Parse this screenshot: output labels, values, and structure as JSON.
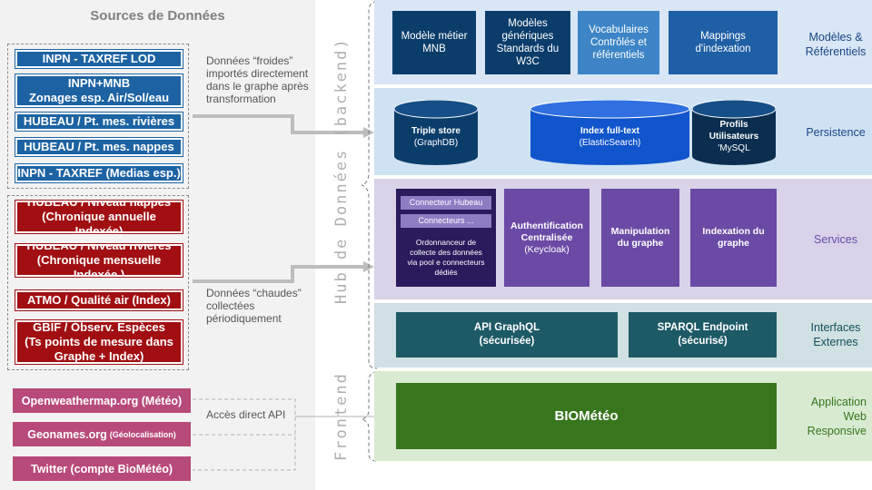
{
  "left": {
    "title": "Sources de Données",
    "cold_sources": [
      {
        "label": "INPN - TAXREF LOD"
      },
      {
        "label": "INPN+MNB\nZonages esp. Air/Sol/eau"
      },
      {
        "label": "HUBEAU / Pt. mes. rivières"
      },
      {
        "label": "HUBEAU / Pt. mes. nappes"
      },
      {
        "label": "INPN - TAXREF (Medias  esp.)"
      }
    ],
    "hot_sources": [
      {
        "label": "HUBEAU / Niveau nappes\n(Chronique annuelle Indexée)"
      },
      {
        "label": "HUBEAU / Niveau  rivières\n(Chronique mensuelle Indexée )"
      },
      {
        "label": "ATMO / Qualité air (Index)"
      },
      {
        "label": "GBIF / Observ. Espèces\n(Ts points de mesure dans\nGraphe + Index)"
      }
    ],
    "api_sources": [
      {
        "label": "Openweathermap.org (Météo)",
        "small": ""
      },
      {
        "label": "Geonames.org ",
        "small": "(Géolocalisation)"
      },
      {
        "label": "Twitter (compte BioMétéo)",
        "small": ""
      }
    ],
    "note_cold": "Données “froides”\nimportés directement\ndans le graphe après\ntransformation",
    "note_hot": "Données “chaudes”\ncollectées\npériodiquement",
    "note_api": "Accès direct API"
  },
  "vertical": {
    "hub": "Hub de Données (backend)",
    "front": "Frontend"
  },
  "layers": {
    "models": {
      "label": "Modèles &\nRéférentiels",
      "cards": [
        {
          "label": "Modèle métier\nMNB"
        },
        {
          "label": "Modèles\ngénériques\nStandards du\nW3C"
        },
        {
          "label": "Vocabulaires\nContrôlés et\nréférentiels"
        },
        {
          "label": "Mappings\nd'indexation"
        }
      ]
    },
    "persistence": {
      "label": "Persistence",
      "stores": [
        {
          "name": "Triple store",
          "sub": "(GraphDB)"
        },
        {
          "name": "Index full-text",
          "sub": "(ElasticSearch)"
        },
        {
          "name": "Profils\nUtilisateurs",
          "sub": "'MySQL"
        }
      ]
    },
    "services": {
      "label": "Services",
      "connector1": "Connecteur Hubeau",
      "connector2": "Connecteurs  ...",
      "scheduler": "Ordonnanceur de\ncollecte des données\nvia pool e connecteurs\ndédiés",
      "cards": [
        {
          "label": "Authentification\nCentralisée",
          "sub": "(Keycloak)"
        },
        {
          "label": "Manipulation\ndu graphe",
          "sub": ""
        },
        {
          "label": "Indexation du\ngraphe",
          "sub": ""
        }
      ]
    },
    "interfaces": {
      "label": "Interfaces\nExternes",
      "cards": [
        {
          "label": "API GraphQL\n(sécurisée)"
        },
        {
          "label": "SPARQL Endpoint\n(sécurisé)"
        }
      ]
    },
    "app": {
      "label": "Application\nWeb\nResponsive",
      "name": "BIOMétéo"
    }
  },
  "colors": {
    "blue_source": "#1d63a3",
    "red_source": "#a10f12",
    "pink_source": "#b84a7a",
    "models_bg": "#d9e6f5",
    "persistence_bg": "#cfe2f3",
    "services_bg": "#d9d2e9",
    "interfaces_bg": "#d0e0e3",
    "app_bg": "#d9ead3",
    "app_green": "#38761d"
  }
}
